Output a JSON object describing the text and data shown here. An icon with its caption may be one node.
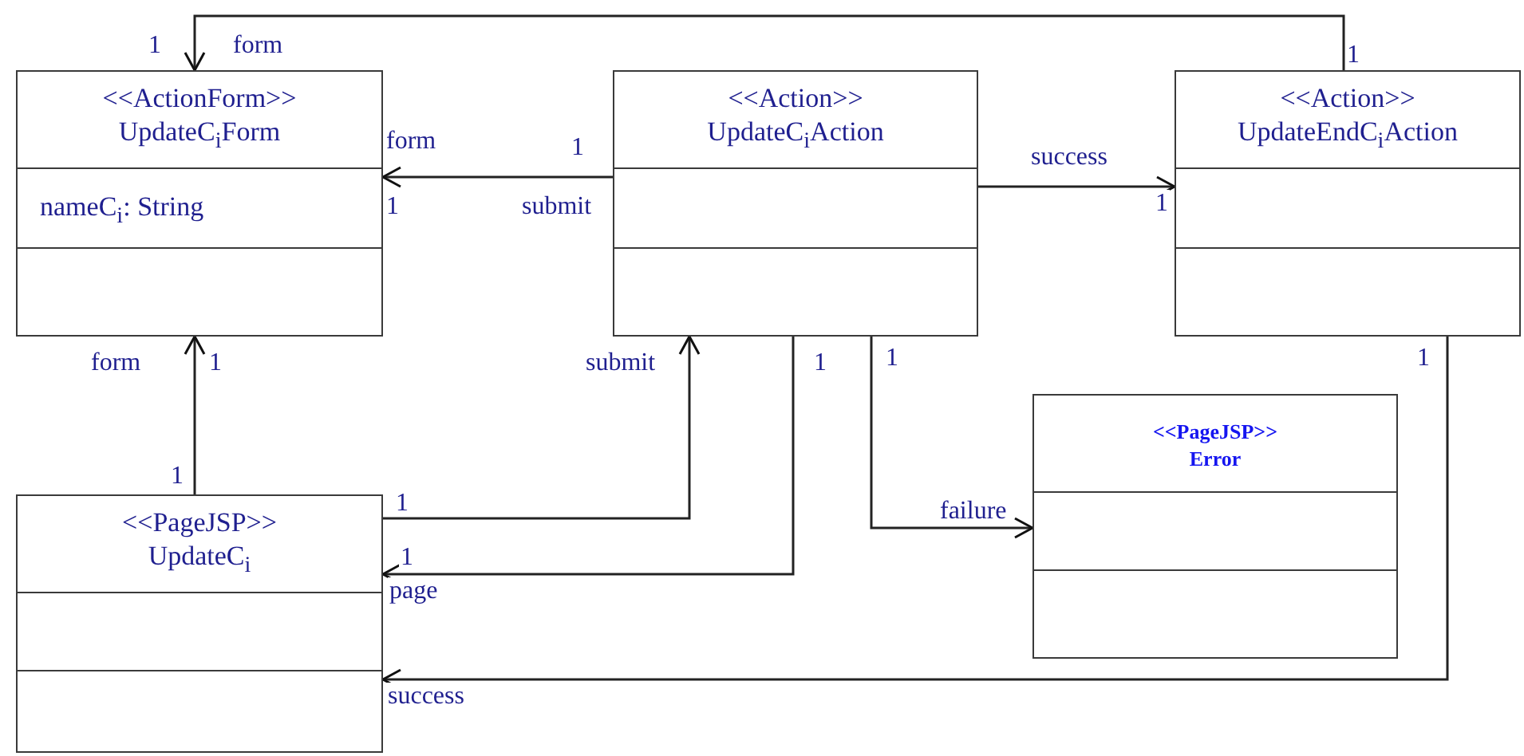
{
  "diagram": {
    "nodes": [
      {
        "text": [
          "<<ActionForm>>",
          "UpdateC$_{i}$Form",
          "nameC$_{i}$: String"
        ]
      },
      {
        "text": [
          "<<Action>>",
          "UpdateC$_{i}$Action"
        ]
      },
      {
        "text": [
          "<<Action>>",
          "UpdateEndC$_{i}$Action"
        ]
      },
      {
        "text": [
          "<<PageJSP>>",
          "UpdateC$_{i}$"
        ]
      },
      {
        "text": [
          "<<PageJSP>>",
          "Error"
        ]
      }
    ],
    "edges": [
      {
        "from": 2,
        "to": 0,
        "arrow": "to",
        "label": "form"
      },
      {
        "from": 1,
        "to": 0,
        "arrow": "to",
        "label": "form"
      },
      {
        "from": 3,
        "to": 0,
        "arrow": "to",
        "label": "form"
      },
      {
        "from": 3,
        "to": 1,
        "arrow": "to",
        "label": "submit"
      },
      {
        "from": 1,
        "to": 3,
        "arrow": "to",
        "label": "page"
      },
      {
        "from": 1,
        "to": 4,
        "arrow": "to",
        "label": "failure"
      },
      {
        "from": 2,
        "to": 3,
        "arrow": "to",
        "label": "success"
      },
      {
        "from": 1,
        "to": 2,
        "arrow": "to",
        "label": "success"
      }
    ],
    "labels": [
      "1",
      "1",
      "1",
      "1",
      "submit",
      "1",
      "1",
      "1",
      "1",
      "1",
      "1",
      "1",
      "1"
    ]
  }
}
